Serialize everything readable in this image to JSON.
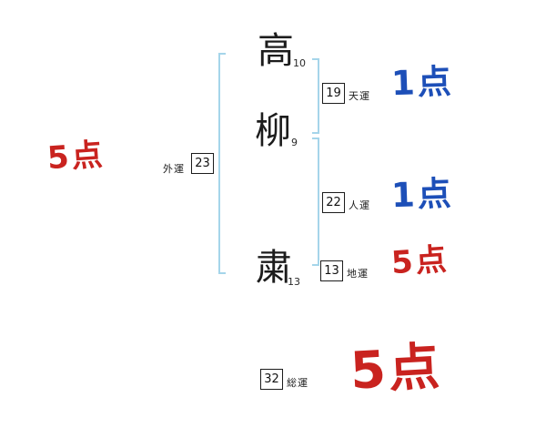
{
  "name": {
    "chars": [
      {
        "char": "高",
        "strokes": "10"
      },
      {
        "char": "柳",
        "strokes": "9"
      },
      {
        "char": "粛",
        "strokes": "13"
      }
    ]
  },
  "fortunes": {
    "ten": {
      "label": "天運",
      "value": "19",
      "score": "1点"
    },
    "jin": {
      "label": "人運",
      "value": "22",
      "score": "1点"
    },
    "chi": {
      "label": "地運",
      "value": "13",
      "score": "5点"
    },
    "gai": {
      "label": "外運",
      "value": "23",
      "score": "5点"
    },
    "sou": {
      "label": "総運",
      "value": "32",
      "score": "5点"
    }
  },
  "colors": {
    "score_red": "#c9231f",
    "score_blue": "#1d4fb8",
    "bracket_blue": "#a5d5ea"
  }
}
